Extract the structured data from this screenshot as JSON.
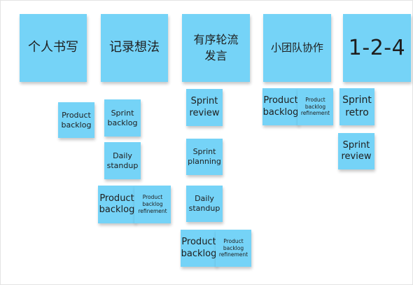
{
  "board": {
    "columns": [
      {
        "header": "个人书写",
        "cards": [
          "Product\nbacklog"
        ]
      },
      {
        "header": "记录想法",
        "cards": [
          "Sprint\nbacklog",
          "Daily\nstandup",
          "Product\nbacklog",
          "Product\nbacklog\nrefinement"
        ]
      },
      {
        "header": "有序轮流\n发言",
        "cards": [
          "Sprint\nreview",
          "Sprint\nplanning",
          "Daily\nstandup",
          "Product\nbacklog",
          "Product\nbacklog\nrefinement"
        ]
      },
      {
        "header": "小团队协作",
        "cards": [
          "Product\nbacklog",
          "Product\nbacklog\nrefinement"
        ]
      },
      {
        "header": "1-2-4",
        "cards": [
          "Sprint\nretro",
          "Sprint\nreview"
        ]
      }
    ]
  },
  "colors": {
    "sticky_note": "#75d3f7",
    "background": "#ffffff"
  }
}
